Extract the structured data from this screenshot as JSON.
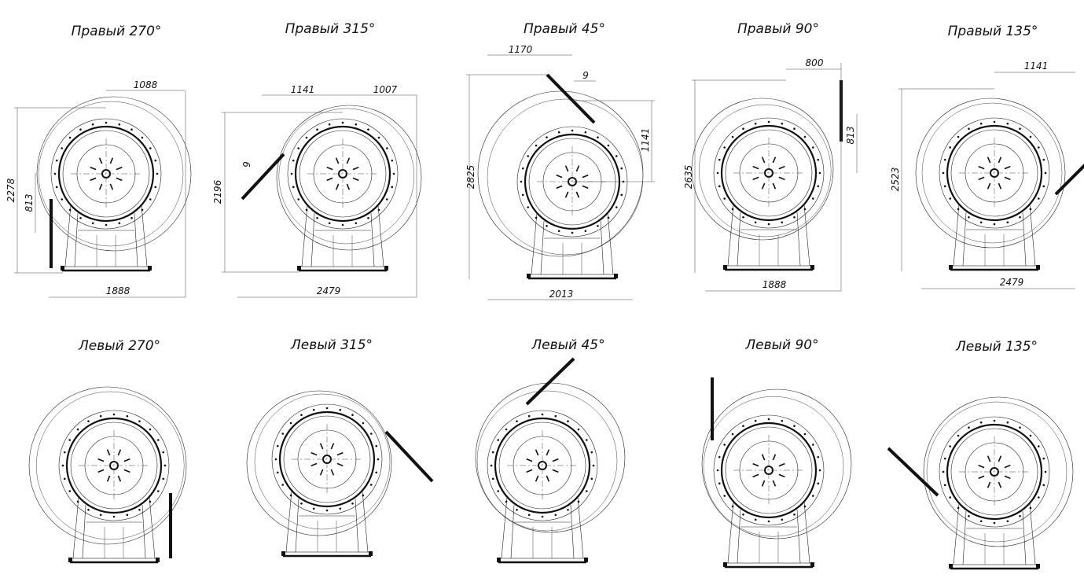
{
  "views": [
    {
      "id": "r270",
      "title": "Правый 270°",
      "dims": [
        "1088",
        "2278",
        "813",
        "1888"
      ]
    },
    {
      "id": "r315",
      "title": "Правый 315°",
      "dims": [
        "1141",
        "1007",
        "9",
        "2196",
        "2479"
      ]
    },
    {
      "id": "r45",
      "title": "Правый 45°",
      "dims": [
        "1170",
        "9",
        "1141",
        "2825",
        "2013"
      ]
    },
    {
      "id": "r90",
      "title": "Правый 90°",
      "dims": [
        "800",
        "813",
        "2635",
        "1888"
      ]
    },
    {
      "id": "r135",
      "title": "Правый 135°",
      "dims": [
        "1141",
        "2523",
        "2479"
      ]
    },
    {
      "id": "l270",
      "title": "Левый 270°",
      "dims": []
    },
    {
      "id": "l315",
      "title": "Левый 315°",
      "dims": []
    },
    {
      "id": "l45",
      "title": "Левый 45°",
      "dims": []
    },
    {
      "id": "l90",
      "title": "Левый 90°",
      "dims": []
    },
    {
      "id": "l135",
      "title": "Левый 135°",
      "dims": []
    }
  ]
}
